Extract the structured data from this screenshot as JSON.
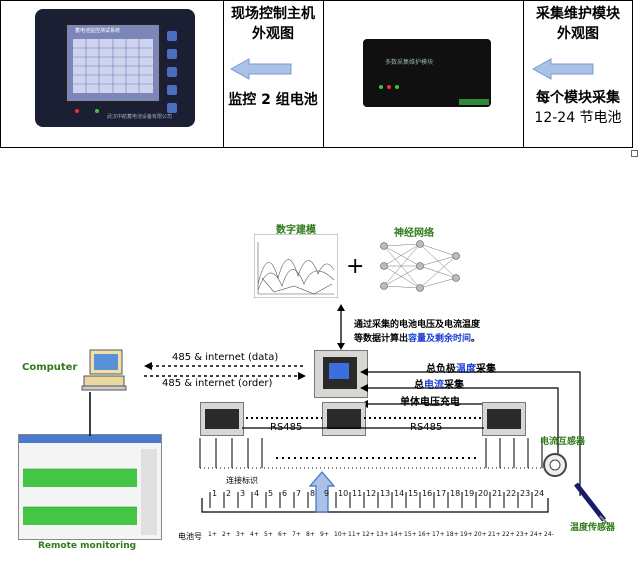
{
  "top_table": {
    "host_note": {
      "line1": "现场控制主机",
      "line2": "外观图",
      "line3": "监控 2 组电池"
    },
    "module_note": {
      "line1": "采集维护模块",
      "line2": "外观图",
      "line3": "每个模块采集",
      "line4": "12-24 节电池"
    },
    "host_screen_caption": "蓄电池监控测试系统",
    "host_brand": "武汉中航蓄电池设备有限公司",
    "module_caption": "多数采集维护模块"
  },
  "diagram": {
    "math_model": "数字建模",
    "neural_network": "神经网络",
    "plus": "+",
    "computer": "Computer",
    "remote_monitoring": "Remote monitoring",
    "link_data": "485 & internet (data)",
    "link_order": "485 & internet (order)",
    "calc_line1": "通过采集的电池电压及电流温度",
    "calc_line2_a": "等数据计算出",
    "calc_line2_b": "容量及剩余时间",
    "calc_line2_c": "。",
    "temp_total_a": "总负极",
    "temp_total_b": "温度",
    "temp_total_c": "采集",
    "current_total_a": "总",
    "current_total_b": "电流",
    "current_total_c": "采集",
    "cell_voltage": "单体电压充电",
    "rs485_left": "RS485",
    "rs485_right": "RS485",
    "current_transformer": "电流互感器",
    "temp_sensor": "温度传感器",
    "cell_no_label": "电池号",
    "bus_label": "连接标识",
    "cell_numbers": [
      "1",
      "2",
      "3",
      "4",
      "5",
      "6",
      "7",
      "8",
      "9",
      "10",
      "11",
      "12",
      "13",
      "14",
      "15",
      "16",
      "17",
      "18",
      "19",
      "20",
      "21",
      "22",
      "23",
      "24"
    ],
    "bottom_numbers": [
      "1+",
      "2+",
      "3+",
      "4+",
      "5+",
      "6+",
      "7+",
      "8+",
      "9+",
      "10+",
      "11+",
      "12+",
      "13+",
      "14+",
      "15+",
      "16+",
      "17+",
      "18+",
      "19+",
      "20+",
      "21+",
      "22+",
      "23+",
      "24+",
      "24-"
    ],
    "colors": {
      "arrow_blue": "#3d6fc4",
      "green_label": "#2f7a1a",
      "blue_text": "#1c3fd6"
    }
  }
}
